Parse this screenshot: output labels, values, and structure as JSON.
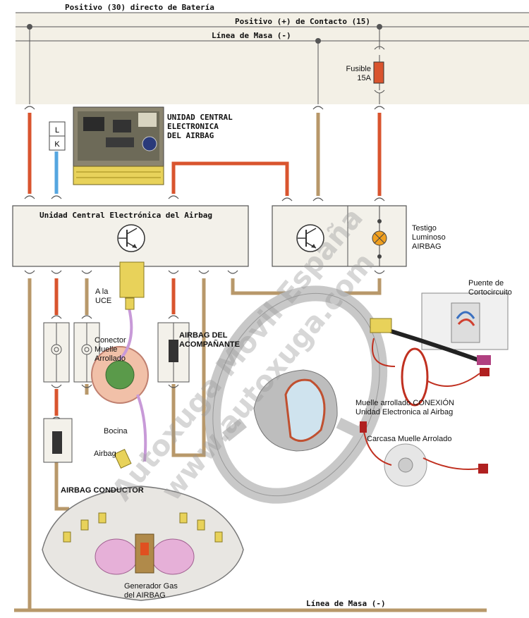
{
  "rails": {
    "battery": "Positivo (30) directo de Batería",
    "ignition": "Positivo (+) de Contacto (15)",
    "ground_top": "Línea de Masa (-)",
    "ground_bottom": "Línea de Masa (-)"
  },
  "fuse": {
    "label": "Fusible\n15A"
  },
  "pcb": {
    "title": "UNIDAD CENTRAL\nELECTRONICA\nDEL   AIRBAG"
  },
  "lk_connector": {
    "l": "L",
    "k": "K"
  },
  "control_unit": {
    "label": "Unidad Central Electrónica del Airbag"
  },
  "warning_lamp": {
    "label": "Testigo\nLuminoso\nAIRBAG"
  },
  "labels": {
    "a_la_uce": "A la\nUCE",
    "conector_muelle": "Conector\nMuelle\nArrollado",
    "airbag_acompanante": "AIRBAG DEL\nACOMPAÑANTE",
    "bocina": "Bocina",
    "airbag_small": "Airbag",
    "airbag_conductor": "AIRBAG CONDUCTOR",
    "generador_gas": "Generador Gas\ndel  AIRBAG",
    "puente_corto": "Puente de\nCortocircuito",
    "muelle_conexion": "Muelle arrollado CONEXIÓN\nUnidad Electronica al Airbag",
    "carcasa_muelle": "Carcasa Muelle Arrolado"
  },
  "watermarks": [
    "Autoxuga Movil España",
    "www.autoxuga.com"
  ],
  "colors": {
    "wire_red": "#d9542e",
    "wire_brown": "#b8986a",
    "wire_blue": "#55a6e0",
    "top_panel": "#f3f0e6",
    "yellow": "#e8d25a"
  }
}
